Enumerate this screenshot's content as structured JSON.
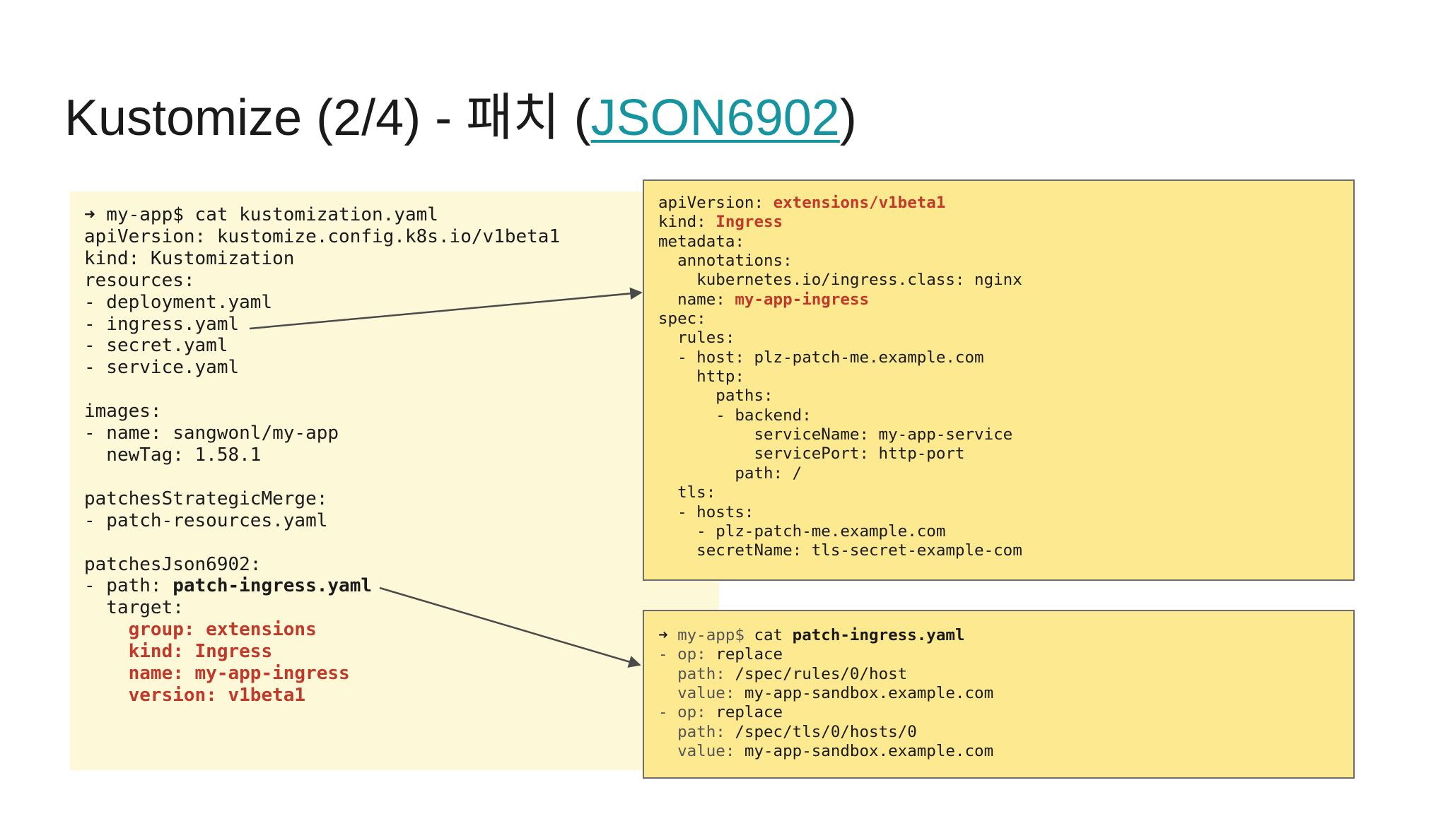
{
  "slide": {
    "title_prefix": "Kustomize (2/4) - 패치 (",
    "title_link": "JSON6902",
    "title_suffix": ")"
  },
  "left_code": {
    "l1_arrow": "➜",
    "l1_prompt": " my-app$",
    "l1_cmd": " cat kustomization.yaml",
    "l2": "apiVersion: kustomize.config.k8s.io/v1beta1",
    "l3": "kind: Kustomization",
    "l4": "resources:",
    "l5": "- deployment.yaml",
    "l6": "- ingress.yaml",
    "l7": "- secret.yaml",
    "l8": "- service.yaml",
    "l10": "images:",
    "l11": "- name: sangwonl/my-app",
    "l12": "  newTag: 1.58.1",
    "l14": "patchesStrategicMerge:",
    "l15": "- patch-resources.yaml",
    "l17": "patchesJson6902:",
    "l18_prefix": "- path: ",
    "l18_value": "patch-ingress.yaml",
    "l19": "  target:",
    "l20": "    group: extensions",
    "l21": "    kind: Ingress",
    "l22": "    name: my-app-ingress",
    "l23": "    version: v1beta1"
  },
  "ingress_code": {
    "l1_key": "apiVersion: ",
    "l1_val": "extensions/v1beta1",
    "l2_key": "kind: ",
    "l2_val": "Ingress",
    "l3": "metadata:",
    "l4": "  annotations:",
    "l5": "    kubernetes.io/ingress.class: nginx",
    "l6_key": "  name: ",
    "l6_val": "my-app-ingress",
    "l7": "spec:",
    "l8": "  rules:",
    "l9": "  - host: plz-patch-me.example.com",
    "l10": "    http:",
    "l11": "      paths:",
    "l12": "      - backend:",
    "l13": "          serviceName: my-app-service",
    "l14": "          servicePort: http-port",
    "l15": "        path: /",
    "l16": "  tls:",
    "l17": "  - hosts:",
    "l18": "    - plz-patch-me.example.com",
    "l19": "    secretName: tls-secret-example-com"
  },
  "patch_code": {
    "l1_arrow": "➜",
    "l1_prompt": " my-app$",
    "l1_cmd": " cat ",
    "l1_file": "patch-ingress.yaml",
    "l2_dash": "- ",
    "l2_key": "op:",
    "l2_val": " replace",
    "l3_key": "  path:",
    "l3_val": " /spec/rules/0/host",
    "l4_key": "  value:",
    "l4_val": " my-app-sandbox.example.com",
    "l5_dash": "- ",
    "l5_key": "op:",
    "l5_val": " replace",
    "l6_key": "  path:",
    "l6_val": " /spec/tls/0/hosts/0",
    "l7_key": "  value:",
    "l7_val": " my-app-sandbox.example.com"
  },
  "colors": {
    "highlight_red": "#c0392b",
    "link_teal": "#1695a0",
    "left_panel_bg": "#fdf8d7",
    "box_bg": "#fde98f"
  }
}
